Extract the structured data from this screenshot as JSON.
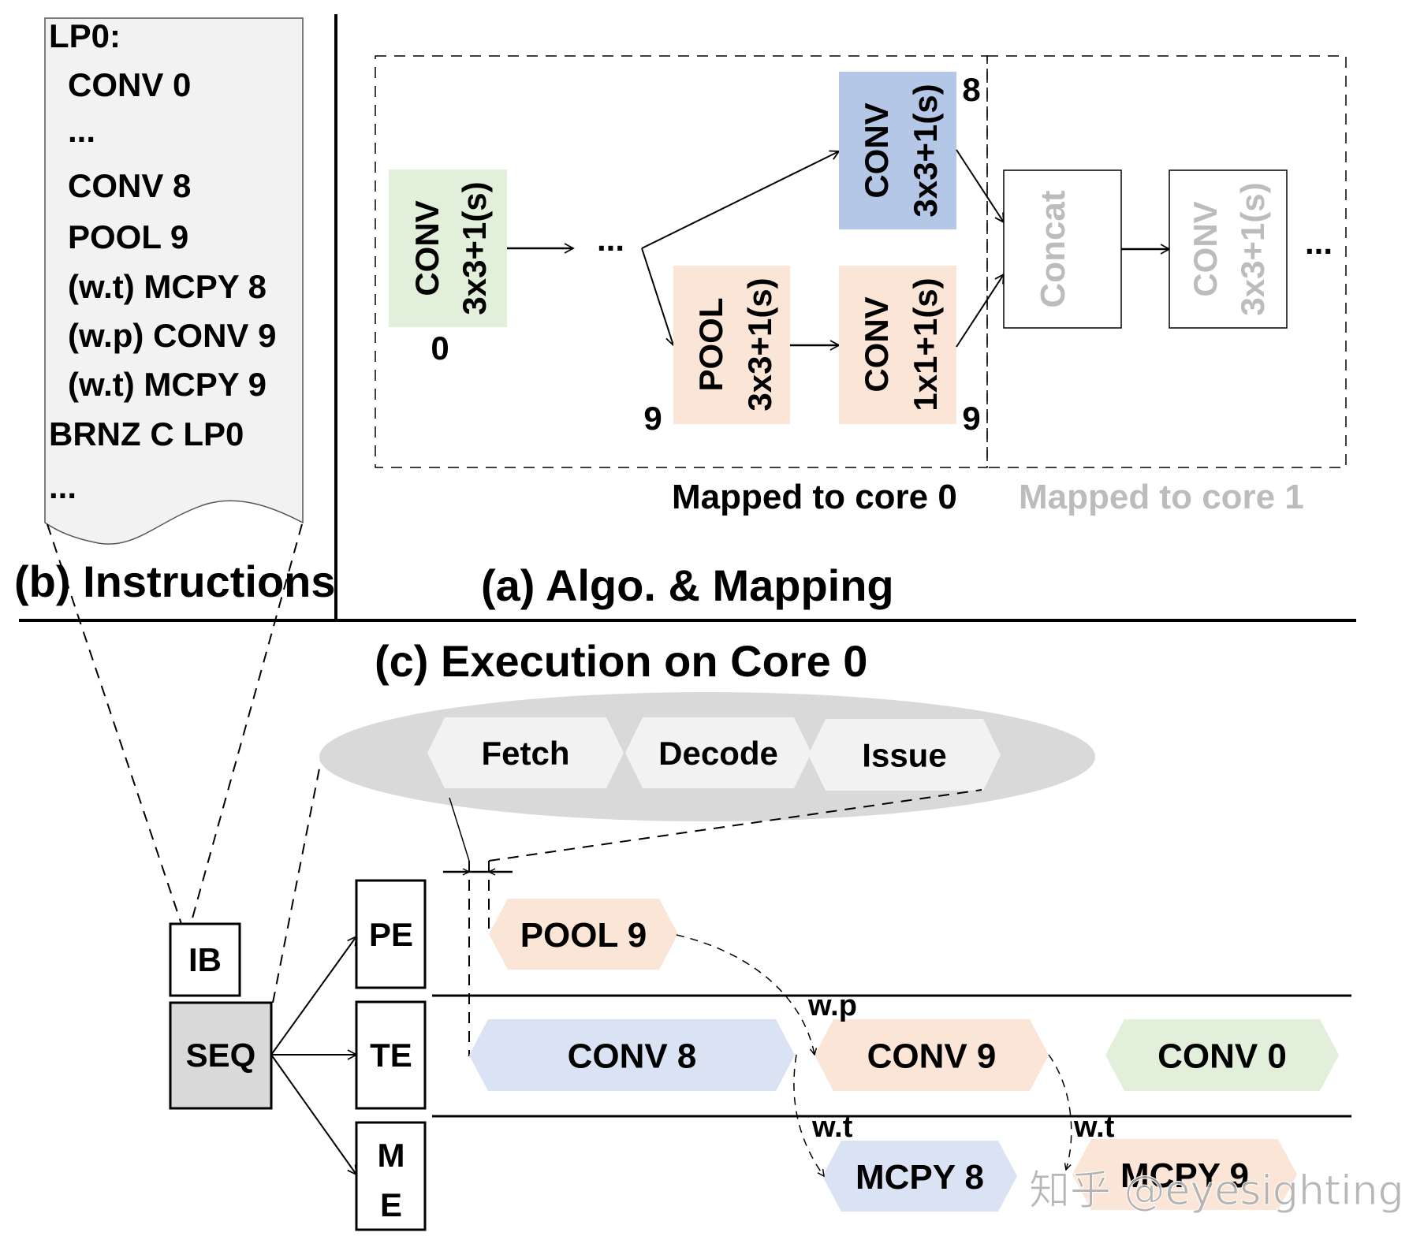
{
  "colors": {
    "green": "#e2efda",
    "blue": "#b4c7e7",
    "blue_light": "#dae3f3",
    "peach": "#fbe5d6",
    "gray_panel": "#f2f2f2",
    "seq_fill": "#d9d9d9",
    "ellipse": "#d9d9d9",
    "stage_fill": "#f2f2f2",
    "faded_text": "#bcbcbc"
  },
  "panel_b": {
    "title": "(b) Instructions",
    "lines": [
      {
        "text": "LP0:",
        "indent": false
      },
      {
        "text": "CONV 0",
        "indent": true
      },
      {
        "text": "...",
        "indent": true
      },
      {
        "text": "CONV 8",
        "indent": true
      },
      {
        "text": "POOL 9",
        "indent": true
      },
      {
        "text": "(w.t) MCPY 8",
        "indent": true
      },
      {
        "text": "(w.p) CONV 9",
        "indent": true
      },
      {
        "text": "(w.t) MCPY 9",
        "indent": true
      },
      {
        "text": "BRNZ C LP0",
        "indent": false
      },
      {
        "text": "...",
        "indent": false
      }
    ]
  },
  "panel_a": {
    "title": "(a) Algo. & Mapping",
    "core0_label": "Mapped to core 0",
    "core1_label": "Mapped to core 1",
    "ellipsis_mid": "...",
    "ellipsis_end": "...",
    "nodes": {
      "conv0": {
        "op": "CONV",
        "param": "3x3+1(s)",
        "id": "0"
      },
      "conv8": {
        "op": "CONV",
        "param": "3x3+1(s)",
        "id": "8"
      },
      "pool9": {
        "op": "POOL",
        "param": "3x3+1(s)",
        "id": "9"
      },
      "conv9": {
        "op": "CONV",
        "param": "1x1+1(s)",
        "id": "9"
      },
      "concat": {
        "op": "Concat"
      },
      "conv_core1": {
        "op": "CONV",
        "param": "3x3+1(s)"
      }
    }
  },
  "panel_c": {
    "title": "(c) Execution on Core 0",
    "pipeline": [
      "Fetch",
      "Decode",
      "Issue"
    ],
    "units": {
      "ib": "IB",
      "seq": "SEQ",
      "pe": "PE",
      "te": "TE",
      "me_1": "M",
      "me_2": "E"
    },
    "tasks": {
      "pool9": "POOL 9",
      "conv8": "CONV 8",
      "conv9": "CONV 9",
      "conv0": "CONV 0",
      "mcpy8": "MCPY 8",
      "mcpy9": "MCPY 9"
    },
    "deps": {
      "wp": "w.p",
      "wt1": "w.t",
      "wt2": "w.t"
    }
  },
  "watermark": "知乎 @eyesighting"
}
